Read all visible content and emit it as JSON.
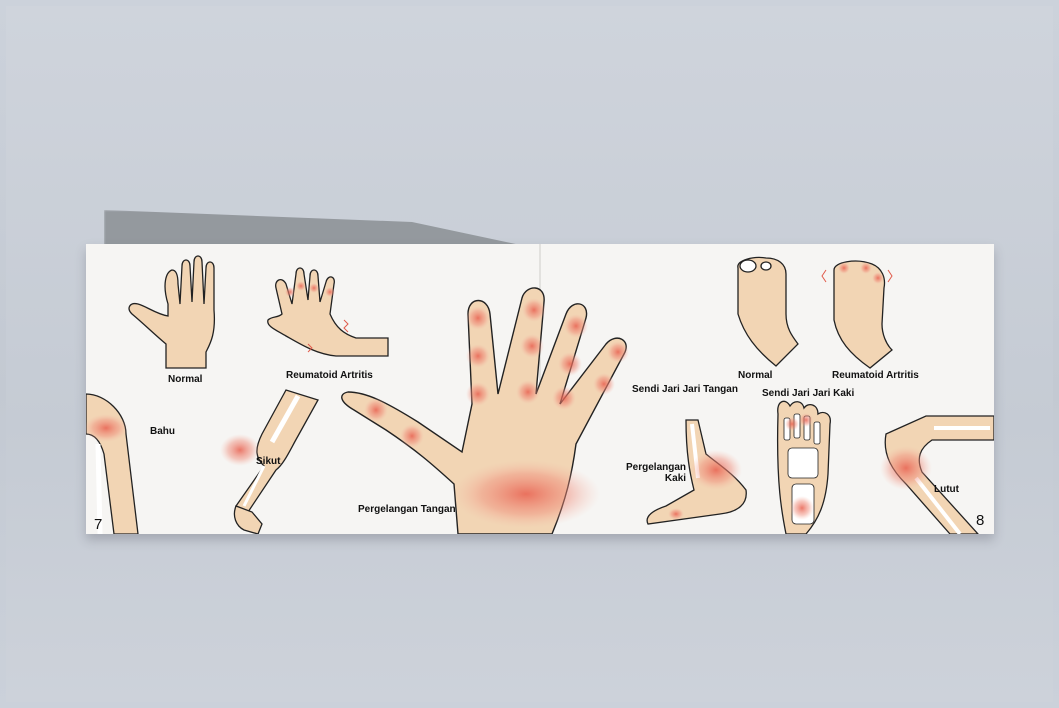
{
  "page_left": {
    "number": "7",
    "labels": {
      "normal": "Normal",
      "ra": "Reumatoid Artritis",
      "bahu": "Bahu",
      "sikut": "Sikut",
      "wrist": "Pergelangan Tangan"
    }
  },
  "page_right": {
    "number": "8",
    "labels": {
      "finger_joints": "Sendi Jari Jari Tangan",
      "normal": "Normal",
      "ra": "Reumatoid Artritis",
      "toe_joints": "Sendi Jari Jari Kaki",
      "ankle": "Pergelangan\nKaki",
      "knee": "Lutut"
    }
  },
  "colors": {
    "skin": "#f2d5b4",
    "inflammation": "#e8604f",
    "paper": "#f6f5f3",
    "background": "#c9cfd8"
  }
}
